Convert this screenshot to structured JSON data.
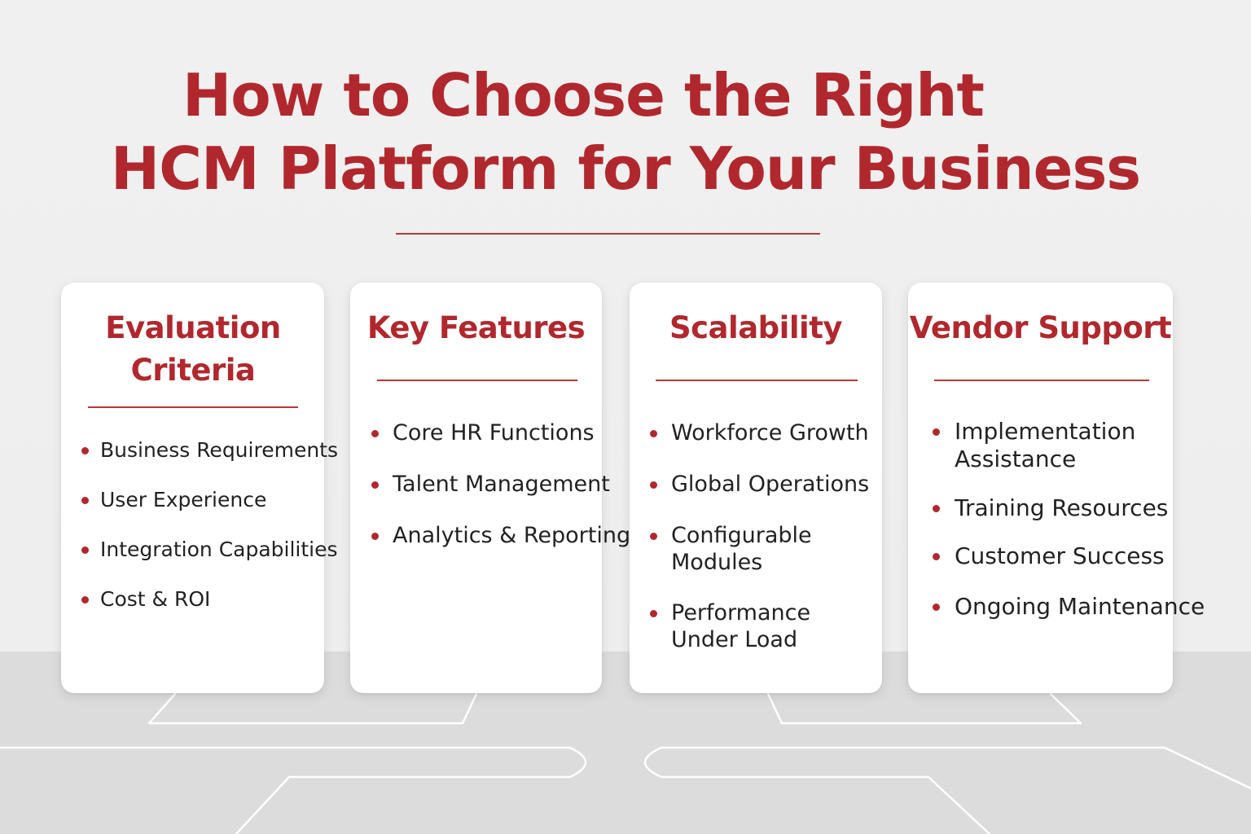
{
  "title": {
    "line1": "How to Choose the Right",
    "line2": "HCM Platform for Your Business"
  },
  "colors": {
    "accent": "#b0282d",
    "text": "#222222",
    "card": "#ffffff",
    "background": "#efefef",
    "floor": "#dcdcdc"
  },
  "cards": [
    {
      "title": "Evaluation Criteria",
      "items": [
        "Business Requirements",
        "User Experience",
        "Integration Capabilities",
        "Cost & ROI"
      ]
    },
    {
      "title": "Key Features",
      "items": [
        "Core HR Functions",
        "Talent Management",
        "Analytics & Reporting"
      ]
    },
    {
      "title": "Scalability",
      "items": [
        "Workforce Growth",
        "Global Operations",
        "Configurable Modules",
        "Performance Under Load"
      ]
    },
    {
      "title": "Vendor Support",
      "items": [
        "Implementation Assistance",
        "Training Resources",
        "Customer Success",
        "Ongoing Maintenance"
      ]
    }
  ]
}
